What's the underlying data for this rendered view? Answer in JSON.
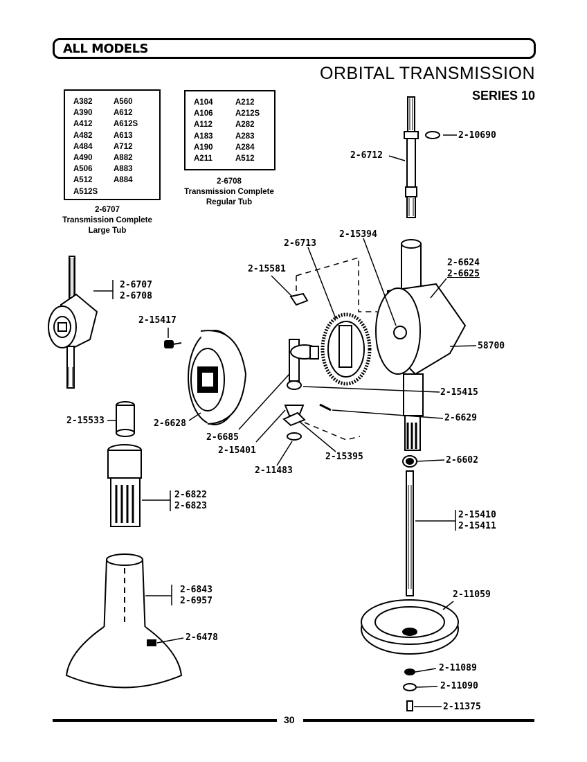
{
  "header": {
    "label": "ALL MODELS"
  },
  "title": "ORBITAL TRANSMISSION",
  "series": "SERIES 10",
  "large_tub": {
    "models_col1": [
      "A382",
      "A390",
      "A412",
      "A482",
      "A484",
      "A490",
      "A506",
      "A512",
      "A512S"
    ],
    "models_col2": [
      "A560",
      "A612",
      "A612S",
      "A613",
      "A712",
      "A882",
      "A883",
      "A884"
    ],
    "part_number": "2-6707",
    "caption_line1": "Transmission Complete",
    "caption_line2": "Large Tub"
  },
  "regular_tub": {
    "models_col1": [
      "A104",
      "A106",
      "A112",
      "A183",
      "A190",
      "A211"
    ],
    "models_col2": [
      "A212",
      "A212S",
      "A282",
      "A283",
      "A284",
      "A512"
    ],
    "part_number": "2-6708",
    "caption_line1": "Transmission Complete",
    "caption_line2": "Regular Tub"
  },
  "labels": {
    "p10690": "2-10690",
    "p6712": "2-6712",
    "p6713": "2-6713",
    "p15394": "2-15394",
    "p6624": "2-6624",
    "p6625": "2-6625",
    "p15581": "2-15581",
    "p6707": "2-6707",
    "p6708": "2-6708",
    "p15417": "2-15417",
    "p58700": "58700",
    "p15415": "2-15415",
    "p6629": "2-6629",
    "p15533": "2-15533",
    "p6628": "2-6628",
    "p6685": "2-6685",
    "p15401": "2-15401",
    "p15395": "2-15395",
    "p11483": "2-11483",
    "p6602": "2-6602",
    "p6822": "2-6822",
    "p6823": "2-6823",
    "p15410": "2-15410",
    "p15411": "2-15411",
    "p6843": "2-6843",
    "p6957": "2-6957",
    "p11059": "2-11059",
    "p6478": "2-6478",
    "p11089": "2-11089",
    "p11090": "2-11090",
    "p11375": "2-11375"
  },
  "page_number": "30"
}
